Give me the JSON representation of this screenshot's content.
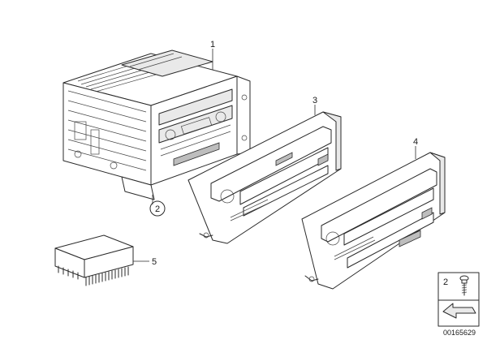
{
  "callouts": {
    "c1": "1",
    "c2": "2",
    "c3": "3",
    "c4": "4",
    "c5": "5"
  },
  "legend_box": {
    "part_number": "2"
  },
  "document_number": "00165629"
}
